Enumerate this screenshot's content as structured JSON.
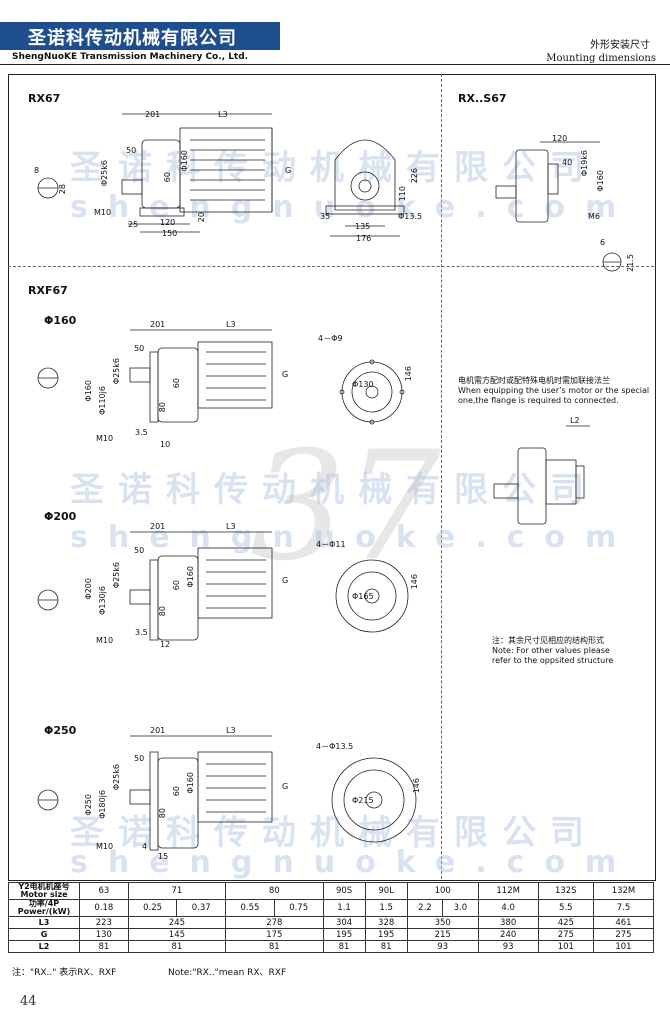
{
  "header": {
    "company_cn": "圣诺科传动机械有限公司",
    "company_en": "ShengNuoKE Transmission Machinery Co., Ltd.",
    "section_cn": "外形安装尺寸",
    "section_en": "Mounting dimensions"
  },
  "sections": {
    "rx67": "RX67",
    "rxs67": "RX..S67",
    "rxf67": "RXF67",
    "phi160": "Φ160",
    "phi200": "Φ200",
    "phi250": "Φ250"
  },
  "rx67_dims": {
    "d201": "201",
    "l3": "L3",
    "d50": "50",
    "d25k6": "Φ25k6",
    "d60": "60",
    "d160": "Φ160",
    "g": "G",
    "m10": "M10",
    "d25": "25",
    "d120": "120",
    "d150": "150",
    "d20": "20",
    "key8": "8",
    "key28": "28",
    "d226": "226",
    "d110": "110",
    "d35": "35",
    "d135": "135",
    "d176": "176",
    "d13_5": "Φ13.5"
  },
  "rxs67_dims": {
    "d120": "120",
    "d40": "40",
    "d19k6": "Φ19k6",
    "d160": "Φ160",
    "m6": "M6",
    "key6": "6",
    "key21_5": "21.5"
  },
  "flange_160": {
    "d201": "201",
    "l3": "L3",
    "d50": "50",
    "d25k6": "Φ25k6",
    "d110j6": "Φ110j6",
    "d160": "Φ160",
    "d60": "60",
    "d80": "80",
    "g": "G",
    "m10": "M10",
    "d3_5": "3.5",
    "d10": "10",
    "holes": "4－Φ9",
    "pcd": "Φ130",
    "d146": "146"
  },
  "flange_200": {
    "d201": "201",
    "l3": "L3",
    "d50": "50",
    "d25k6": "Φ25k6",
    "d130j6": "Φ130j6",
    "d200": "Φ200",
    "d160": "Φ160",
    "d60": "60",
    "d80": "80",
    "g": "G",
    "m10": "M10",
    "d3_5": "3.5",
    "d12": "12",
    "holes": "4－Φ11",
    "pcd": "Φ165",
    "d146": "146"
  },
  "flange_250": {
    "d201": "201",
    "l3": "L3",
    "d50": "50",
    "d25k6": "Φ25k6",
    "d180j6": "Φ180j6",
    "d250": "Φ250",
    "d160": "Φ160",
    "d60": "60",
    "d80": "80",
    "g": "G",
    "m10": "M10",
    "d4": "4",
    "d15": "15",
    "holes": "4－Φ13.5",
    "pcd": "Φ215",
    "d146": "146"
  },
  "motor_note": {
    "cn": "电机需方配时或配特殊电机时需加联接法兰",
    "en1": "When equipping the user’s motor or the special",
    "en2": "one,the flange is required to connected.",
    "l2": "L2"
  },
  "other_note": {
    "cn": "注：其余尺寸见相应的结构形式",
    "en1": "Note: For other values please",
    "en2": "refer to the oppsited structure"
  },
  "watermark": {
    "cn": "圣诺科传动机械有限公司",
    "url": "shengnuoke.com",
    "page_mark": "37"
  },
  "table": {
    "row_labels": {
      "motor_cn": "Y2电机机座号",
      "motor_en": "Motor size",
      "power_cn": "功率/4P",
      "power_en": "Power/(kW)",
      "l3": "L3",
      "g": "G",
      "l2": "L2"
    },
    "motor_sizes": [
      "63",
      "71",
      "80",
      "90S",
      "90L",
      "100",
      "112M",
      "132S",
      "132M"
    ],
    "power": [
      "0.18",
      "0.25",
      "0.37",
      "0.55",
      "0.75",
      "1.1",
      "1.5",
      "2.2",
      "3.0",
      "4.0",
      "5.5",
      "7.5"
    ],
    "l3": [
      "223",
      "245",
      "278",
      "304",
      "328",
      "350",
      "380",
      "425",
      "461"
    ],
    "g": [
      "130",
      "145",
      "175",
      "195",
      "195",
      "215",
      "240",
      "275",
      "275"
    ],
    "l2": [
      "81",
      "81",
      "81",
      "81",
      "81",
      "93",
      "93",
      "101",
      "101"
    ]
  },
  "footer": {
    "note_cn": "注：\"RX..\" 表示RX、RXF",
    "note_en": "Note:\"RX..\"mean RX、RXF",
    "page": "44"
  }
}
